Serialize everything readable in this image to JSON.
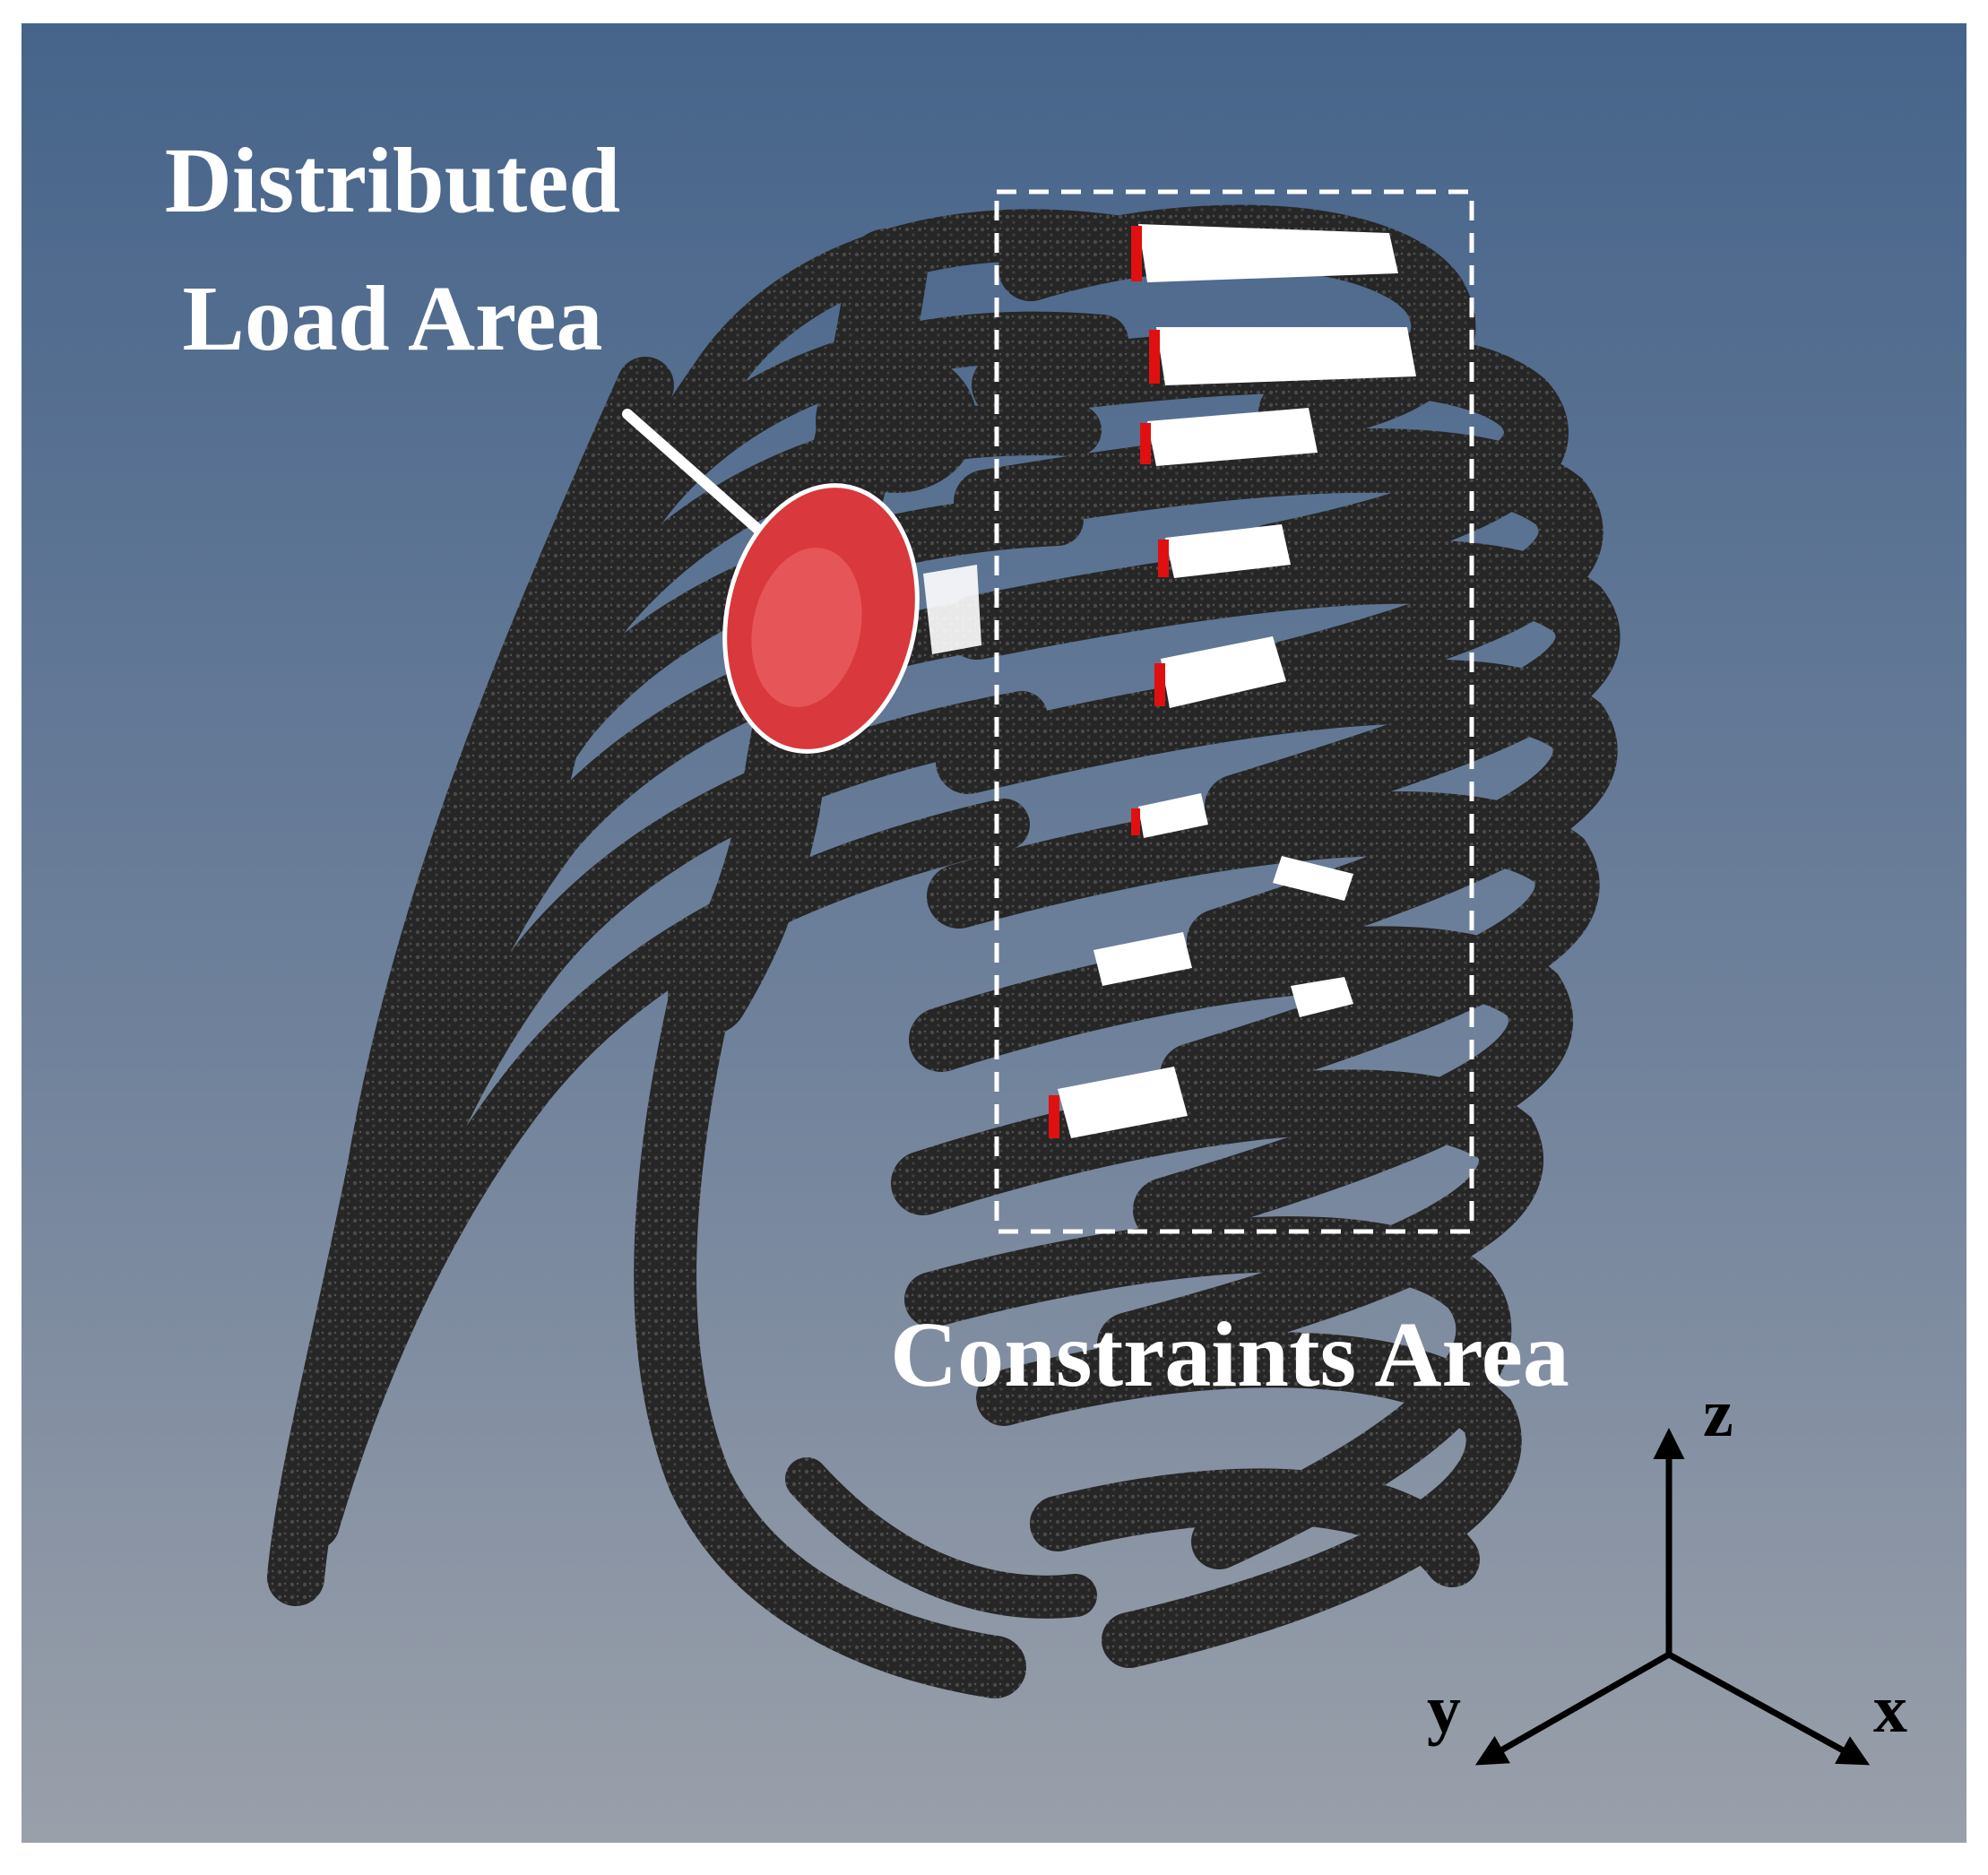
{
  "labels": {
    "load_line1": "Distributed",
    "load_line2": "Load Area",
    "constraints": "Constraints Area"
  },
  "axes": {
    "z": "z",
    "y": "y",
    "x": "x"
  },
  "colors": {
    "background_top": "#46648a",
    "background_bottom": "#9aa0aa",
    "bone": "#2a2a2a",
    "bone_texture": "#555555",
    "load_area": "#d9383c",
    "constraint_highlight": "#ffffff",
    "constraint_edge": "#e01010",
    "label_white": "#ffffff",
    "axis_black": "#000000"
  }
}
